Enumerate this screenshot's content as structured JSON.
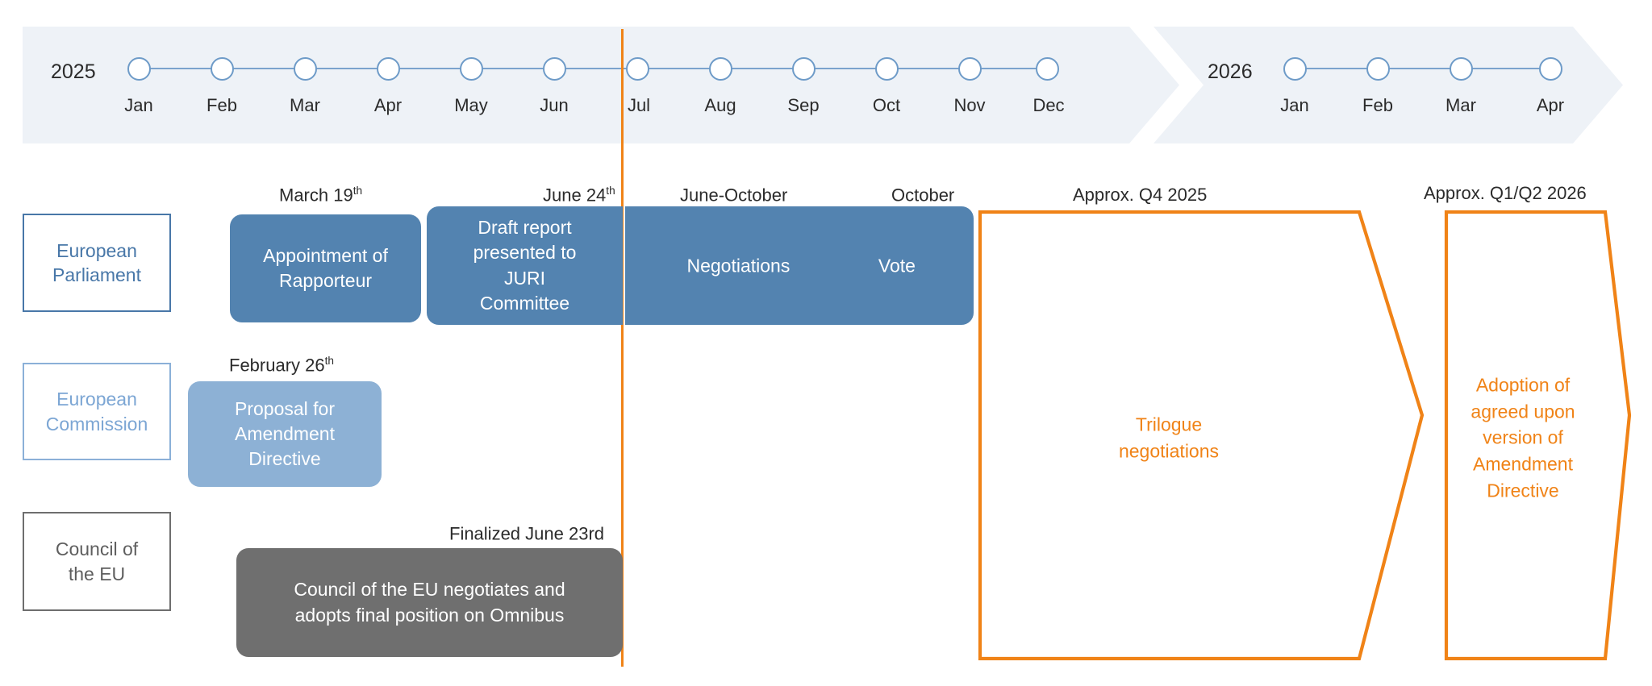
{
  "timeline": {
    "bands": [
      {
        "year": "2025",
        "months": [
          "Jan",
          "Feb",
          "Mar",
          "Apr",
          "May",
          "Jun",
          "Jul",
          "Aug",
          "Sep",
          "Oct",
          "Nov",
          "Dec"
        ]
      },
      {
        "year": "2026",
        "months": [
          "Jan",
          "Feb",
          "Mar",
          "Apr"
        ]
      }
    ],
    "marker_month": "Jul",
    "band_fill": "#eef2f7",
    "dot_stroke": "#6e9bc8",
    "marker_color": "#f08317"
  },
  "rows": [
    {
      "id": "european-parliament",
      "label": "European\nParliament",
      "border_color": "#4877a8",
      "text_color": "#4877a8",
      "items": [
        {
          "id": "appointment-of-rapporteur",
          "caption": "March 19",
          "caption_sup": "th",
          "text": "Appointment of\nRapporteur",
          "color": "#5383b0"
        },
        {
          "id": "draft-report-juri",
          "caption": "June 24",
          "caption_sup": "th",
          "text": "Draft report\npresented to\nJURI\nCommittee",
          "color": "#5383b0"
        },
        {
          "id": "negotiations",
          "caption": "June-October",
          "caption_sup": "",
          "text": "Negotiations",
          "color": "#5383b0"
        },
        {
          "id": "vote",
          "caption": "October",
          "caption_sup": "",
          "text": "Vote",
          "color": "#5383b0"
        }
      ]
    },
    {
      "id": "european-commission",
      "label": "European\nCommission",
      "border_color": "#8bb0d8",
      "text_color": "#7ca6d4",
      "items": [
        {
          "id": "proposal-amendment-directive",
          "caption": "February 26",
          "caption_sup": "th",
          "text": "Proposal for\nAmendment\nDirective",
          "color": "#8db1d5"
        }
      ]
    },
    {
      "id": "council-of-the-eu",
      "label": "Council of\nthe EU",
      "border_color": "#6e6e6e",
      "text_color": "#5e5e5e",
      "items": [
        {
          "id": "council-final-position",
          "caption": "Finalized June 23rd",
          "caption_sup": "",
          "text": "Council of the EU negotiates and\nadopts final position on Omnibus",
          "color": "#6f6f6f"
        }
      ]
    }
  ],
  "phases": [
    {
      "id": "trilogue-negotiations",
      "caption": "Approx. Q4 2025",
      "text": "Trilogue\nnegotiations",
      "color": "#f08317"
    },
    {
      "id": "adoption-amendment-directive",
      "caption": "Approx. Q1/Q2 2026",
      "text": "Adoption of\nagreed upon\nversion of\nAmendment\nDirective",
      "color": "#f08317"
    }
  ]
}
